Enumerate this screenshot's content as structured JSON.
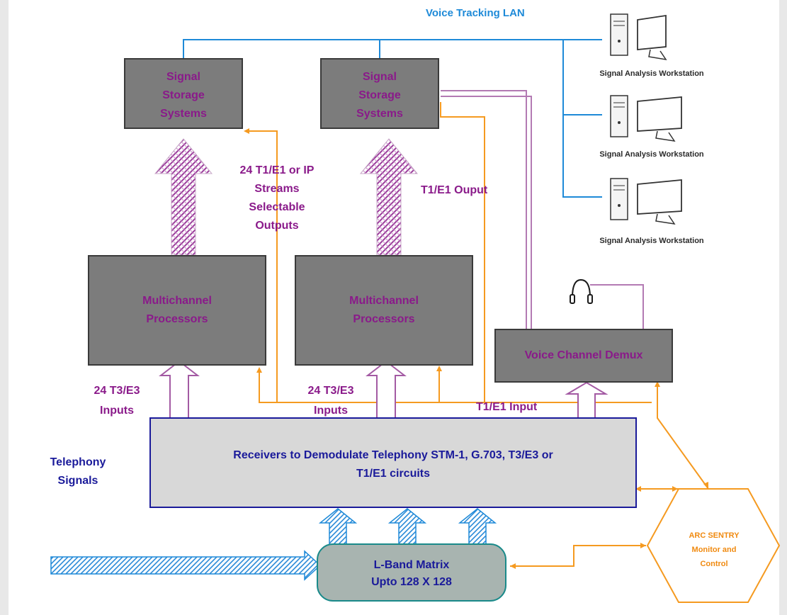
{
  "lan_label": "Voice Tracking LAN",
  "storage_label": "Signal\nStorage\nSystems",
  "processor_label": "Multichannel\nProcessors",
  "outputs_label": "24 T1/E1 or IP\nStreams\nSelectable\nOutputs",
  "t1_output_label": "T1/E1 Ouput",
  "inputs_label": "24 T3/E3\nInputs",
  "t1_input_label": "T1/E1 Input",
  "demux_label": "Voice Channel Demux",
  "receivers_label": "Receivers to Demodulate Telephony STM-1, G.703, T3/E3 or\nT1/E1 circuits",
  "telephony_label": "Telephony\nSignals",
  "matrix_label": "L-Band Matrix\nUpto 128 X 128",
  "sentry_label": "ARC SENTRY\nMonitor and\nControl",
  "workstation_label": "Signal Analysis Workstation",
  "colors": {
    "lan_blue": "#1e8ad8",
    "purple": "#8a1a8a",
    "orange": "#f59a20",
    "box_gray": "#7c7c7c",
    "receiver_gray": "#d8d8d8",
    "matrix_gray": "#a8b4b0"
  }
}
